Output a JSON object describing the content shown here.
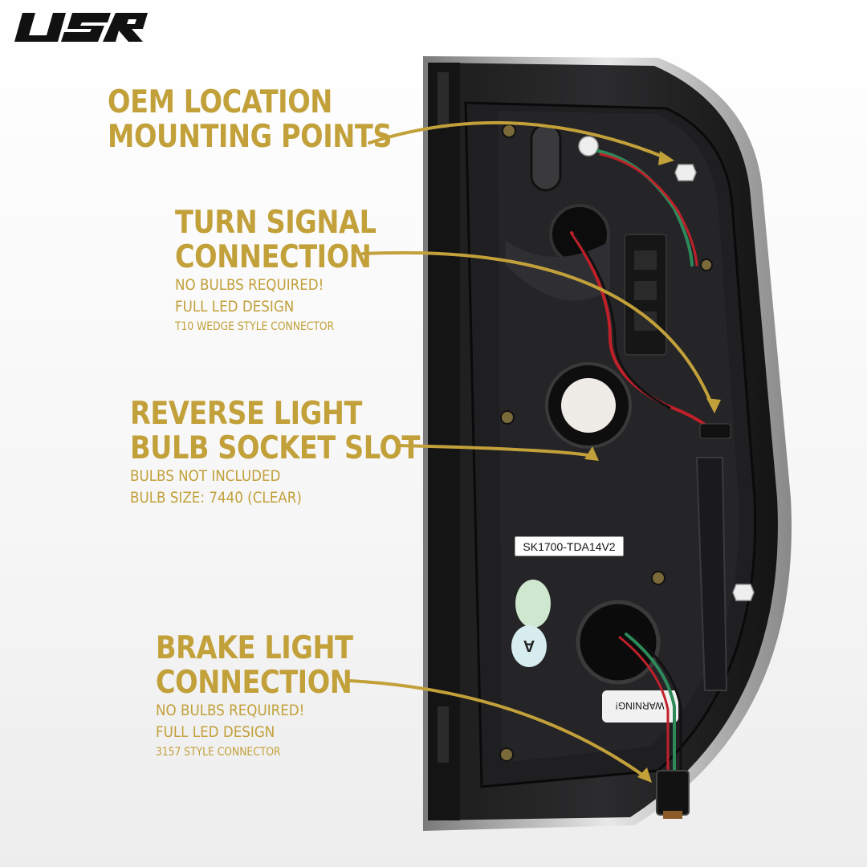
{
  "brand": {
    "logo_text": "USR",
    "accent_color": "#c2a03a"
  },
  "callouts": [
    {
      "heading_lines": [
        "OEM LOCATION",
        "MOUNTING POINTS"
      ],
      "details": []
    },
    {
      "heading_lines": [
        "TURN SIGNAL",
        "CONNECTION"
      ],
      "details": [
        "NO BULBS REQUIRED!",
        "FULL LED DESIGN"
      ],
      "fine_print": "T10 WEDGE STYLE CONNECTOR"
    },
    {
      "heading_lines": [
        "REVERSE LIGHT",
        "BULB SOCKET SLOT"
      ],
      "details": [
        "BULBS NOT INCLUDED",
        "BULB SIZE: 7440 (CLEAR)"
      ]
    },
    {
      "heading_lines": [
        "BRAKE LIGHT",
        "CONNECTION"
      ],
      "details": [
        "NO BULBS REQUIRED!",
        "FULL LED DESIGN"
      ],
      "fine_print": "3157 STYLE CONNECTOR"
    }
  ],
  "product": {
    "part_label": "SK1700-TDA14V2",
    "warning_sticker": "WARNING!"
  }
}
